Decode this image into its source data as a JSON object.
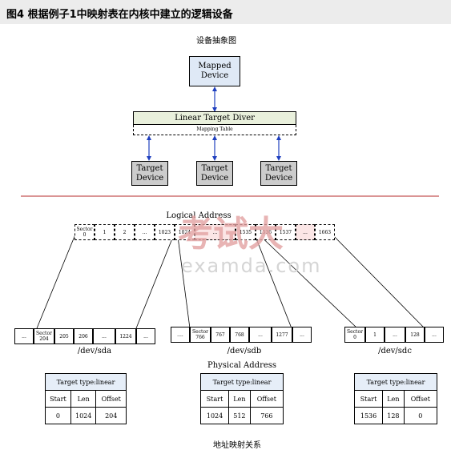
{
  "header": {
    "title": "图4  根据例子1中映射表在内核中建立的逻辑设备"
  },
  "abstract": {
    "caption": "设备抽象图",
    "mapped_device": "Mapped Device",
    "linear_target": "Linear Target  Diver",
    "mapping_table": "Mapping Table",
    "target_device": "Target Device"
  },
  "logical": {
    "title": "Logical Address",
    "sector_label": "Sector",
    "cells": [
      "0",
      "1",
      "2",
      "...",
      "1023",
      "1024",
      "...",
      "1535",
      "1536",
      "1537",
      "...",
      "1663"
    ]
  },
  "physical": {
    "title": "Physical Address",
    "devices": [
      {
        "name": "/dev/sda",
        "cells": [
          "...",
          "204",
          "205",
          "206",
          "...",
          "1224",
          "..."
        ],
        "table": {
          "type": "Target type:linear",
          "headers": [
            "Start",
            "Len",
            "Offset"
          ],
          "values": [
            "0",
            "1024",
            "204"
          ]
        }
      },
      {
        "name": "/dev/sdb",
        "cells": [
          "....",
          "766",
          "767",
          "768",
          "...",
          "1277",
          "..."
        ],
        "table": {
          "type": "Target type:linear",
          "headers": [
            "Start",
            "Len",
            "Offset"
          ],
          "values": [
            "1024",
            "512",
            "766"
          ]
        }
      },
      {
        "name": "/dev/sdc",
        "cells": [
          "0",
          "1",
          "...",
          "128",
          "..."
        ],
        "table": {
          "type": "Target type:linear",
          "headers": [
            "Start",
            "Len",
            "Offset"
          ],
          "values": [
            "1536",
            "128",
            "0"
          ]
        }
      }
    ]
  },
  "footer": {
    "caption": "地址映射关系"
  },
  "watermark": {
    "text_cn": "考试大",
    "text_en": "examda.com"
  },
  "colors": {
    "mapped_fill": "#dfe9f6",
    "linear_fill": "#e9f0dc",
    "target_fill": "#cccccc",
    "arrow": "#1f3fbf",
    "separator": "#b52a2a"
  }
}
